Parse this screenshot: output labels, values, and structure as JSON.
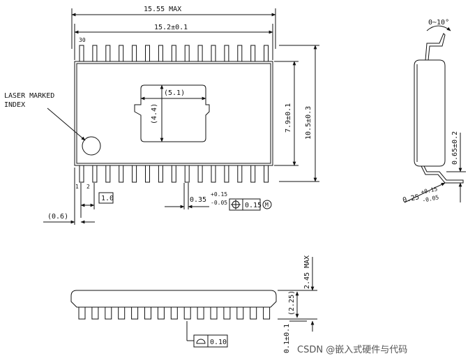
{
  "top_view": {
    "overall_length_max": "15.55 MAX",
    "body_length": "15.2±0.1",
    "pin_30_label": "30",
    "pin_1_label": "1",
    "pin_2_label": "2",
    "laser_mark_line1": "LASER MARKED",
    "laser_mark_line2": "INDEX",
    "window_width": "(5.1)",
    "window_height": "(4.4)",
    "body_width": "7.9±0.1",
    "overall_width": "10.5±0.3",
    "pin_pitch": "1.0",
    "end_offset": "(0.6)",
    "lead_width_base": "0.35",
    "lead_width_plus": "+0.15",
    "lead_width_minus": "-0.05",
    "position_tolerance": "0.15",
    "mmc_symbol": "M"
  },
  "side_view": {
    "lead_angle": "0~10°",
    "lead_length": "0.65±0.2",
    "lead_thickness_base": "0.25",
    "lead_thickness_plus": "+0.15",
    "lead_thickness_minus": "-0.05"
  },
  "front_view": {
    "height_max": "2.45 MAX",
    "body_height": "(2.25)",
    "standoff": "0.1±0.1",
    "coplanarity": "0.10"
  },
  "watermark": "CSDN @嵌入式硬件与代码"
}
